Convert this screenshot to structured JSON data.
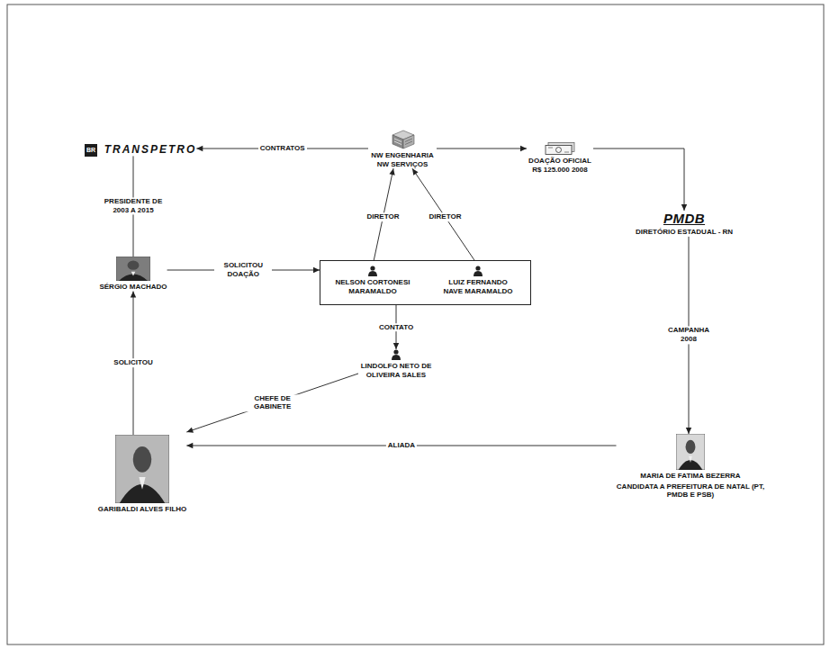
{
  "diagram": {
    "nodes": [
      {
        "text": [
          "TRANSPETRO"
        ]
      },
      {
        "text": [
          "NW ENGENHARIA NW SERVIÇOS"
        ]
      },
      {
        "text": [
          "DOAÇÃO OFICIAL R$ 125.000 2008"
        ]
      },
      {
        "text": [
          "PMDB",
          "DIRETÓRIO ESTADUAL - RN"
        ]
      },
      {
        "text": [
          "SÉRGIO MACHADO"
        ]
      },
      {
        "text": []
      },
      {
        "text": [
          "NELSON CORTONESI MARAMALDO"
        ],
        "in": 5
      },
      {
        "text": [
          "LUIZ FERNANDO NAVE MARAMALDO"
        ],
        "in": 5
      },
      {
        "text": [
          "LINDOLFO NETO DE OLIVEIRA SALES"
        ]
      },
      {
        "text": [
          "GARIBALDI ALVES FILHO"
        ]
      },
      {
        "text": [
          "MARIA DE FATIMA BEZERRA",
          "CANDIDATA A PREFEITURA DE NATAL (PT, PMDB E PSB)"
        ]
      }
    ],
    "edges": [
      {
        "from": 1,
        "to": 0,
        "label": "CONTRATOS",
        "arrow": "to"
      },
      {
        "from": 1,
        "to": 2,
        "arrow": "to"
      },
      {
        "from": 2,
        "to": 3,
        "arrow": "to"
      },
      {
        "from": 4,
        "to": 0,
        "label": "PRESIDENTE DE 2003 A 2015",
        "arrow": "none"
      },
      {
        "from": 4,
        "to": 5,
        "label": "SOLICITOU DOAÇÃO",
        "arrow": "to"
      },
      {
        "from": 6,
        "to": 1,
        "label": "DIRETOR",
        "arrow": "to"
      },
      {
        "from": 7,
        "to": 1,
        "label": "DIRETOR",
        "arrow": "to"
      },
      {
        "from": 5,
        "to": 8,
        "label": "CONTATO",
        "arrow": "to"
      },
      {
        "from": 8,
        "to": 9,
        "label": "CHEFE DE GABINETE",
        "arrow": "to"
      },
      {
        "from": 9,
        "to": 4,
        "label": "SOLICITOU",
        "arrow": "to"
      },
      {
        "from": 3,
        "to": 10,
        "label": "CAMPANHA 2008",
        "arrow": "to"
      },
      {
        "from": 10,
        "to": 9,
        "label": "ALIADA",
        "arrow": "to"
      }
    ],
    "labels": [
      "BR"
    ]
  }
}
